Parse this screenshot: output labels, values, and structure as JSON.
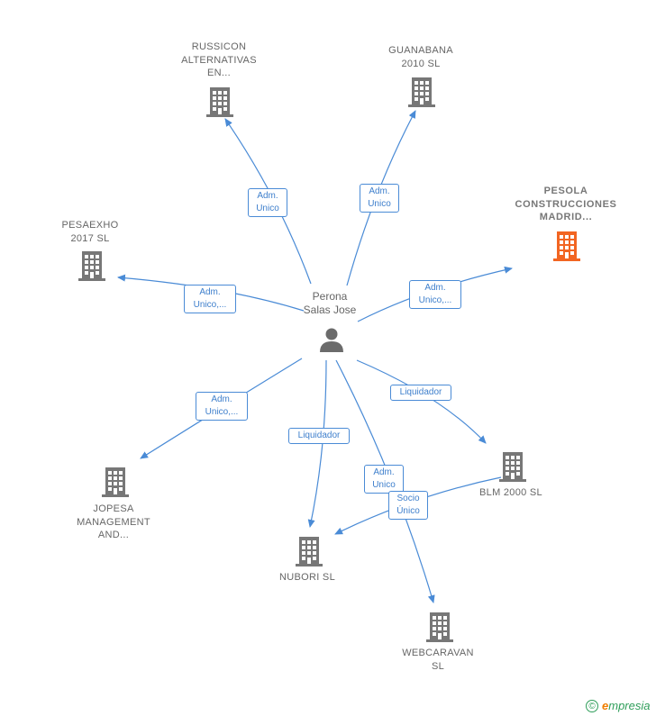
{
  "center": {
    "name_lines": [
      "Perona",
      "Salas Jose"
    ]
  },
  "companies": [
    {
      "id": "russicon",
      "lines": [
        "RUSSICON",
        "ALTERNATIVAS",
        "EN..."
      ],
      "highlight": false
    },
    {
      "id": "guanabana",
      "lines": [
        "GUANABANA",
        "2010 SL"
      ],
      "highlight": false
    },
    {
      "id": "pesola",
      "lines": [
        "PESOLA",
        "CONSTRUCCIONES",
        "MADRID..."
      ],
      "highlight": true
    },
    {
      "id": "pesaexho",
      "lines": [
        "PESAEXHO",
        "2017  SL"
      ],
      "highlight": false
    },
    {
      "id": "jopesa",
      "lines": [
        "JOPESA",
        "MANAGEMENT",
        "AND..."
      ],
      "highlight": false
    },
    {
      "id": "nubori",
      "lines": [
        "NUBORI SL"
      ],
      "highlight": false
    },
    {
      "id": "blm",
      "lines": [
        "BLM 2000 SL"
      ],
      "highlight": false
    },
    {
      "id": "webcaravan",
      "lines": [
        "WEBCARAVAN",
        "SL"
      ],
      "highlight": false
    }
  ],
  "edges": [
    {
      "id": "e-russicon",
      "label_lines": [
        "Adm.",
        "Unico"
      ]
    },
    {
      "id": "e-guanabana",
      "label_lines": [
        "Adm.",
        "Unico"
      ]
    },
    {
      "id": "e-pesola",
      "label_lines": [
        "Adm.",
        "Unico,..."
      ]
    },
    {
      "id": "e-pesaexho",
      "label_lines": [
        "Adm.",
        "Unico,..."
      ]
    },
    {
      "id": "e-jopesa",
      "label_lines": [
        "Adm.",
        "Unico,..."
      ]
    },
    {
      "id": "e-nubori",
      "label_lines": [
        "Liquidador"
      ]
    },
    {
      "id": "e-blm",
      "label_lines": [
        "Liquidador"
      ]
    },
    {
      "id": "e-webcaravan",
      "label_lines": [
        "Adm.",
        "Unico"
      ]
    },
    {
      "id": "e-blm-nubori",
      "label_lines": [
        "Socio",
        "Único"
      ]
    }
  ],
  "colors": {
    "edge": "#4a8bd6",
    "building": "#777777",
    "building_highlight": "#f26522",
    "person": "#6b6b6b"
  },
  "icons": {
    "company": "building-icon",
    "person": "person-icon"
  },
  "brand": {
    "symbol": "©",
    "initial": "e",
    "rest": "mpresia"
  }
}
